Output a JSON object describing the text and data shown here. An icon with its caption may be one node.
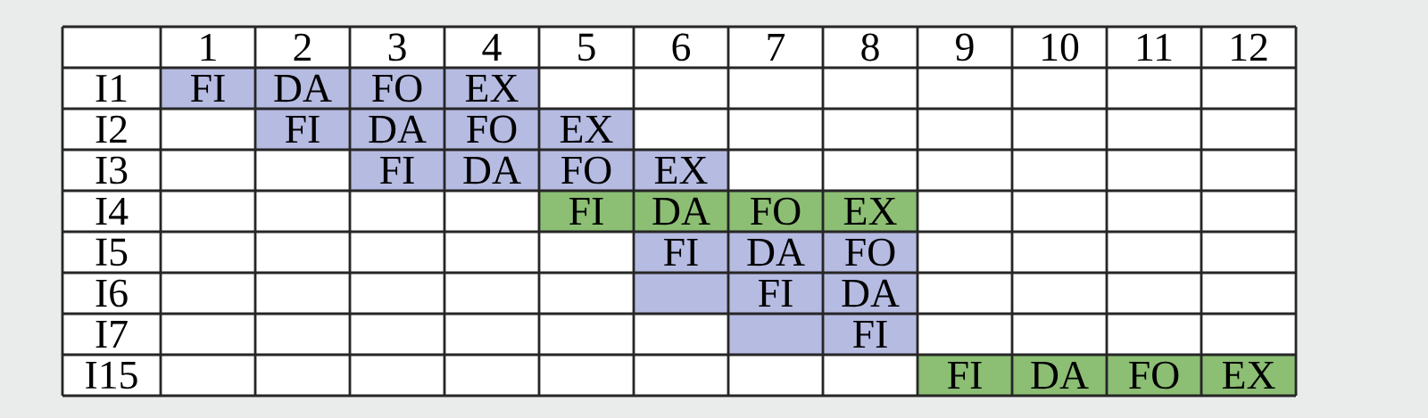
{
  "diagram": {
    "labels": [
      "1",
      "2",
      "3",
      "4",
      "5",
      "6",
      "7",
      "8",
      "9",
      "10",
      "11",
      "12",
      "I1",
      "FI",
      "DA",
      "FO",
      "EX",
      "I2",
      "FI",
      "DA",
      "FO",
      "EX",
      "I3",
      "FI",
      "DA",
      "FO",
      "EX",
      "I4",
      "FI",
      "DA",
      "FO",
      "EX",
      "I5",
      "FI",
      "DA",
      "FO",
      "I6",
      "FI",
      "DA",
      "I7",
      "FI",
      "I15",
      "FI",
      "DA",
      "FO",
      "EX"
    ]
  }
}
